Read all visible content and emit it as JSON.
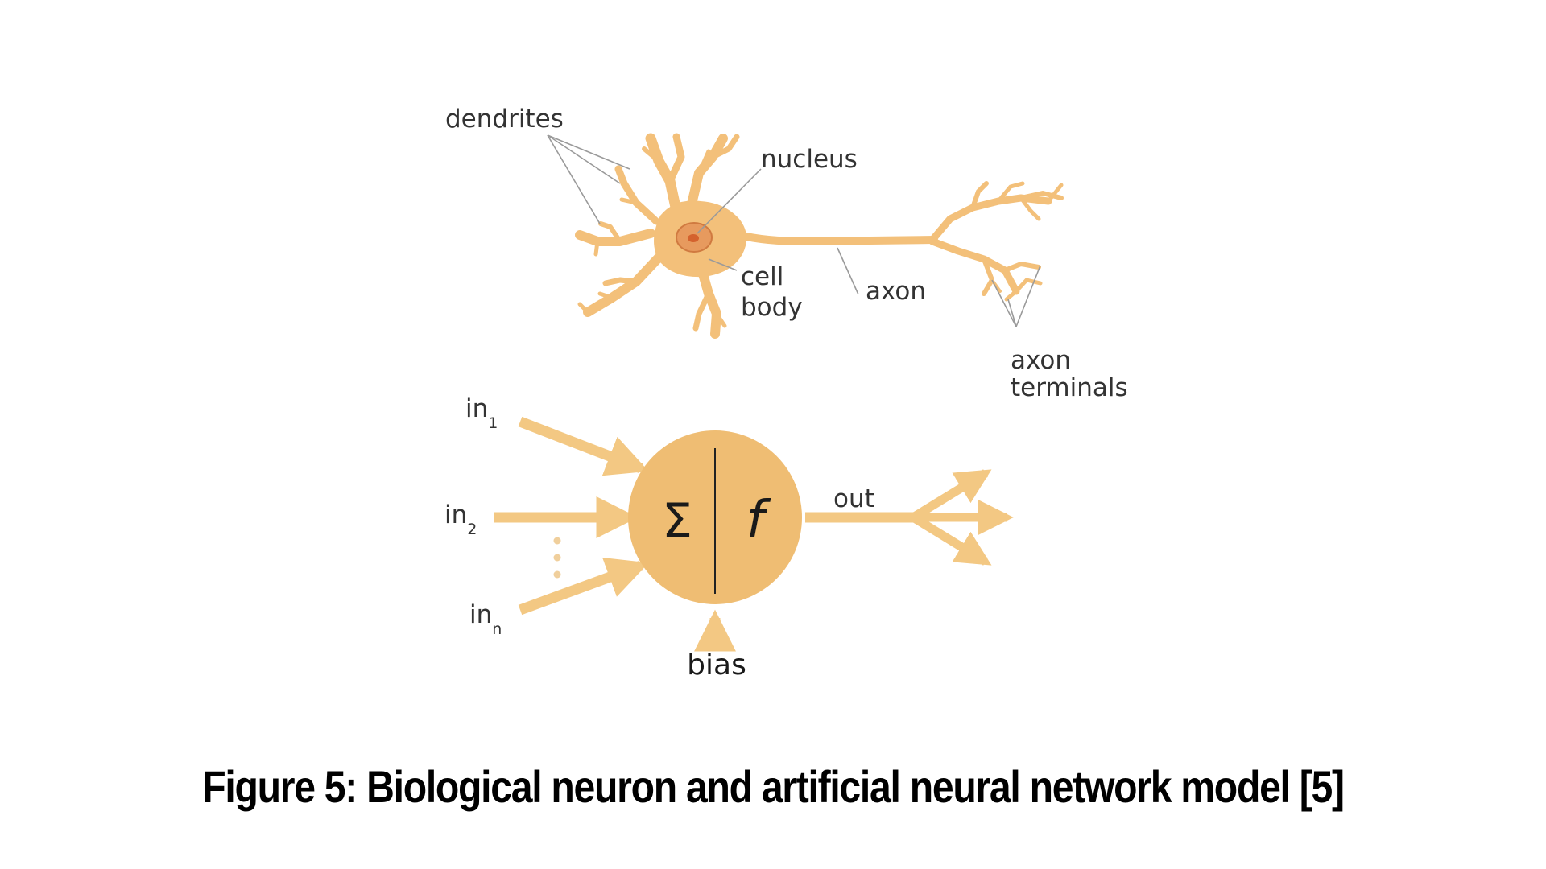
{
  "colors": {
    "neuron": "#f3c07a",
    "neuron_dark": "#e8a85a",
    "nucleus": "#e79a5e",
    "nucleolus": "#d4622e",
    "arrow": "#f3c883",
    "node": "#efbd73",
    "leader": "#9a9a9a"
  },
  "biological": {
    "dendrites_label": "dendrites",
    "nucleus_label": "nucleus",
    "cell_label": "cell",
    "body_label": "body",
    "axon_label": "axon",
    "axon_terminals_line1": "axon",
    "axon_terminals_line2": "terminals"
  },
  "artificial": {
    "input1": "in",
    "input1_sub": "1",
    "input2": "in",
    "input2_sub": "2",
    "inputn": "in",
    "inputn_sub": "n",
    "sum_symbol": "Σ",
    "activation_symbol": "f",
    "output_label": "out",
    "bias_label": "bias"
  },
  "caption": "Figure 5: Biological neuron and artificial neural network model [5]"
}
